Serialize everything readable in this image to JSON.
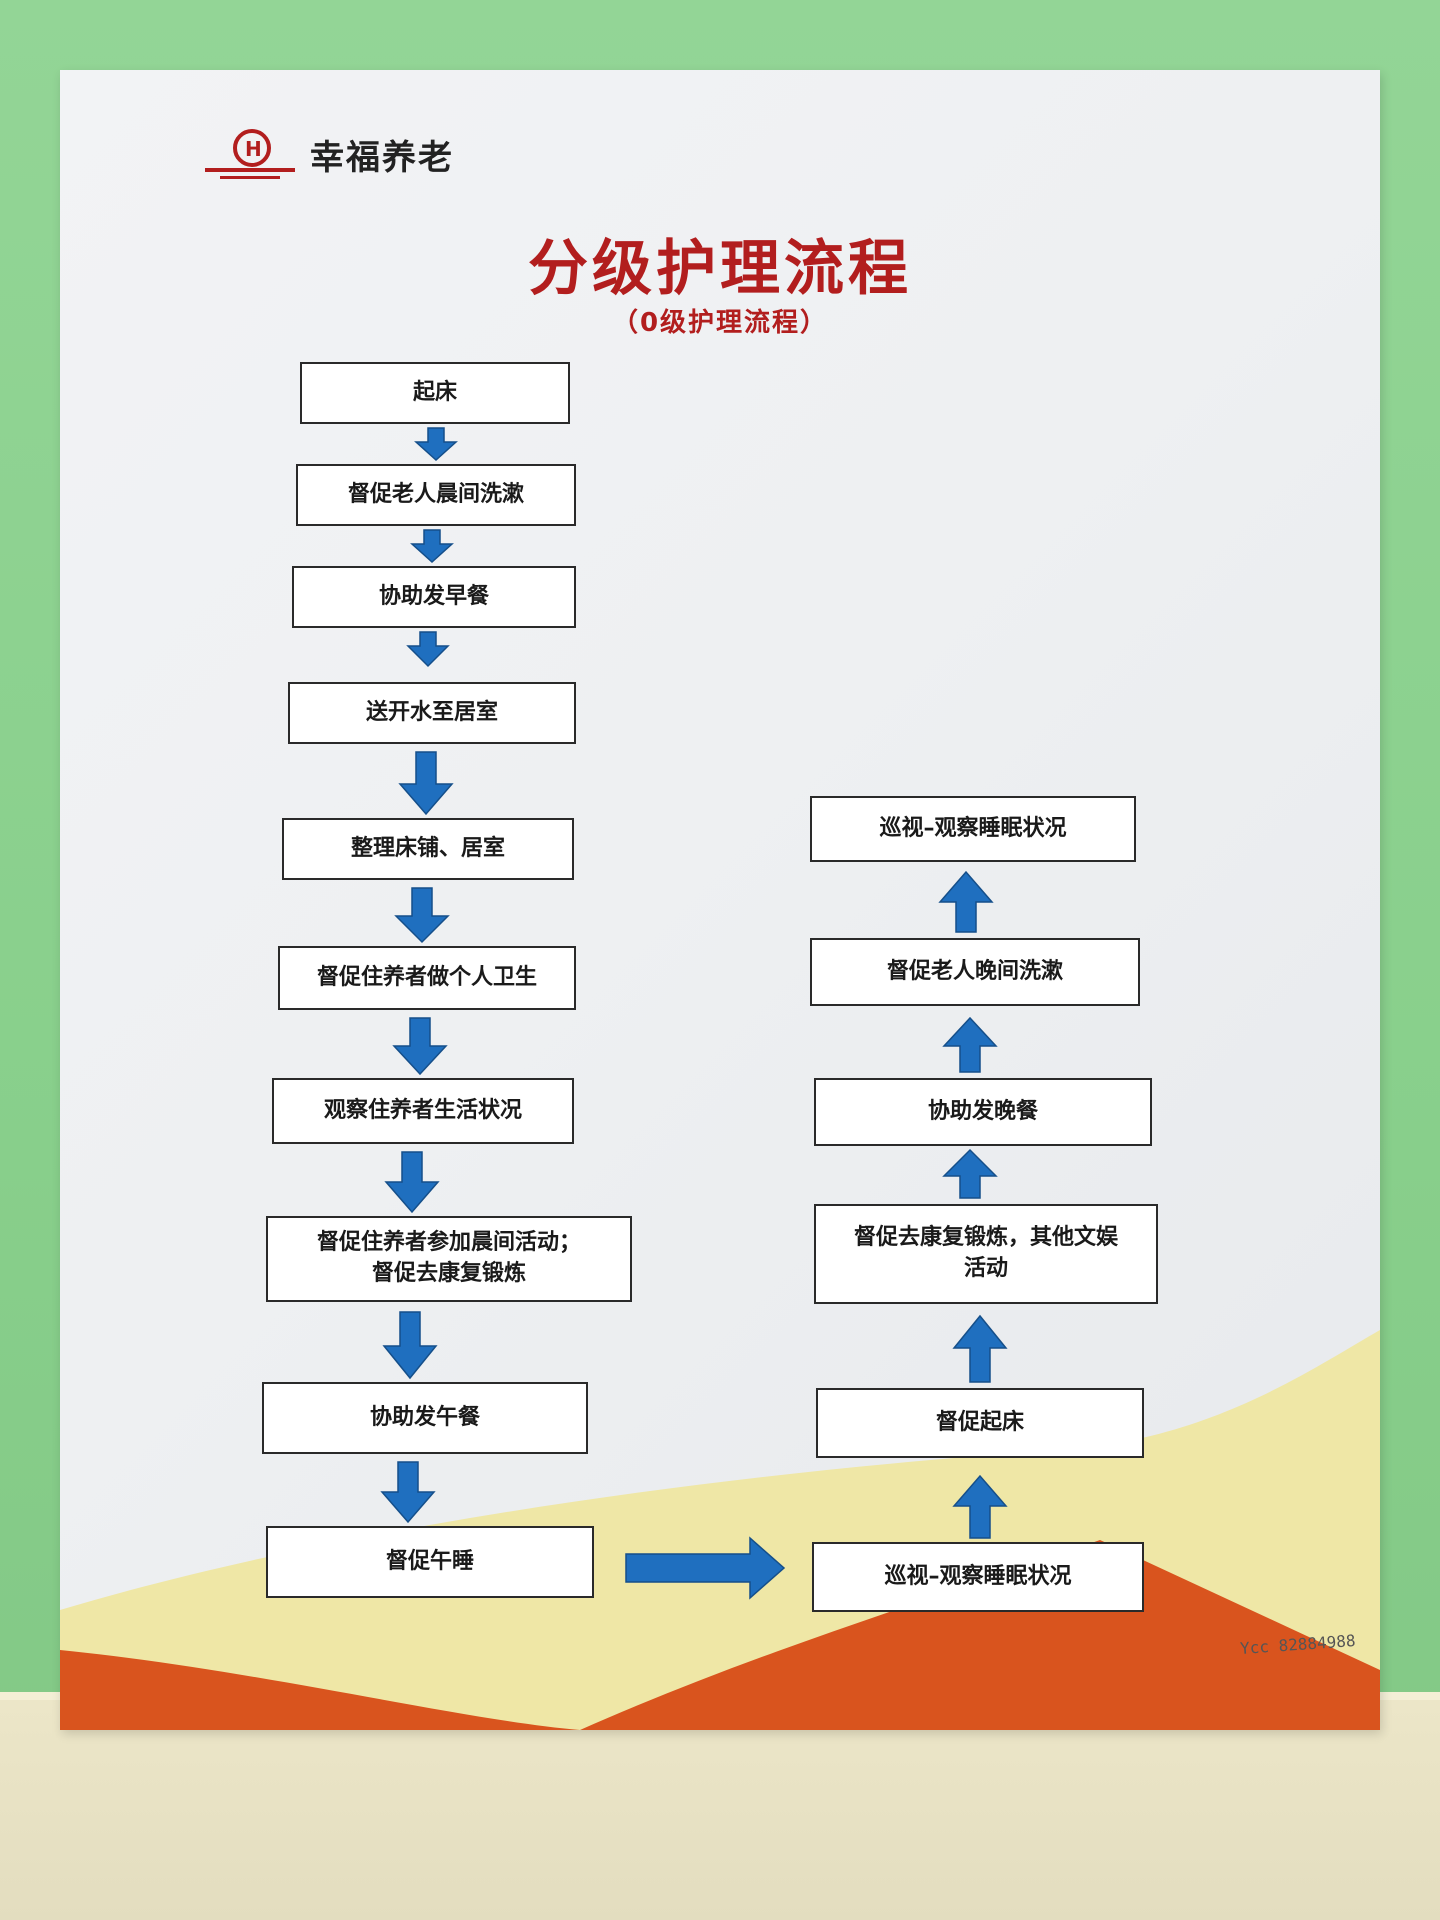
{
  "brand": {
    "name": "幸福养老",
    "logo_icon": "elderly-care-logo-icon",
    "primary_color": "#b21e1e"
  },
  "title": "分级护理流程",
  "subtitle": "（0级护理流程）",
  "flow_left": [
    "起床",
    "督促老人晨间洗漱",
    "协助发早餐",
    "送开水至居室",
    "整理床铺、居室",
    "督促住养者做个人卫生",
    "观察住养者生活状况",
    "督促住养者参加晨间活动；\n督促去康复锻炼",
    "协助发午餐",
    "督促午睡"
  ],
  "flow_right_bottom_to_top": [
    "巡视–观察睡眠状况",
    "督促起床",
    "督促去康复锻炼，其他文娱\n活动",
    "协助发晚餐",
    "督促老人晚间洗漱",
    "巡视–观察睡眠状况"
  ],
  "handwritten_note": "Ycc 82884988",
  "colors": {
    "arrow": "#1f6fbf",
    "box_border": "#2a2a2a",
    "decor_yellow": "#efe7a6",
    "decor_orange": "#d9541e"
  }
}
